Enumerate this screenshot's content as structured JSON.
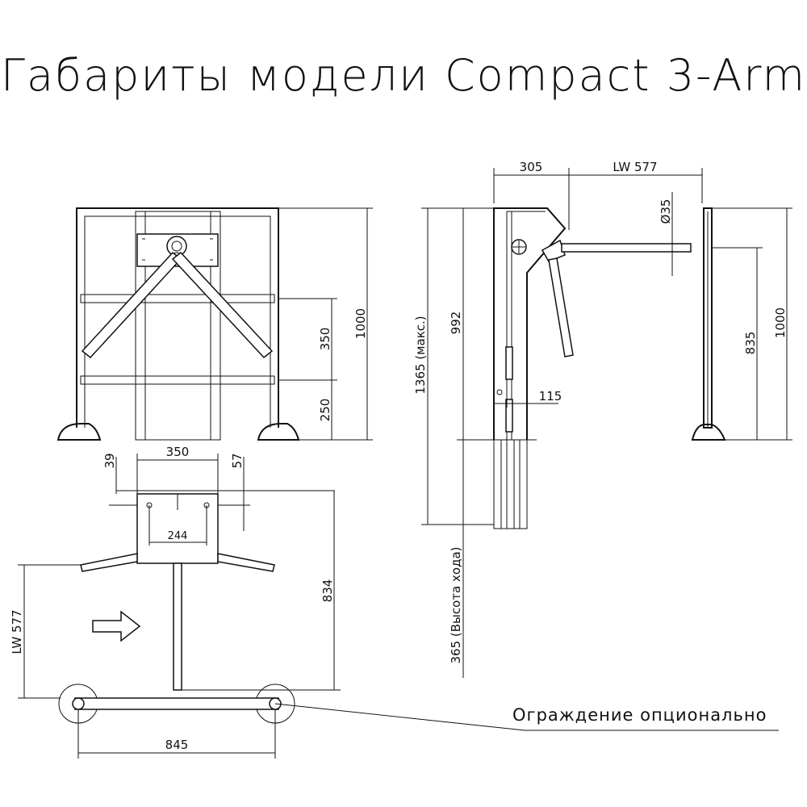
{
  "title": "Габариты модели Compact 3-Arm",
  "dimensions": {
    "front_height": "1000",
    "front_upper": "350",
    "front_lower": "250",
    "side_top_depth": "305",
    "side_arm_length": "LW 577",
    "side_arm_diameter": "Ø35",
    "side_total_height": "1365 (макс.)",
    "side_pedestal_height": "992",
    "side_foot_offset": "115",
    "side_arm_height": "835",
    "side_post_height": "1000",
    "side_passage_height": "365 (Высота хода)",
    "plan_width": "350",
    "plan_offset_left": "39",
    "plan_offset_right": "57",
    "plan_hole_spacing": "244",
    "plan_depth": "834",
    "plan_passage_width": "LW 577",
    "plan_fence_length": "845"
  },
  "labels": {
    "fence_note": "Ограждение опционально"
  },
  "icons": {
    "direction": "direction-arrow-icon"
  },
  "colors": {
    "line": "#111111",
    "background": "#ffffff"
  }
}
